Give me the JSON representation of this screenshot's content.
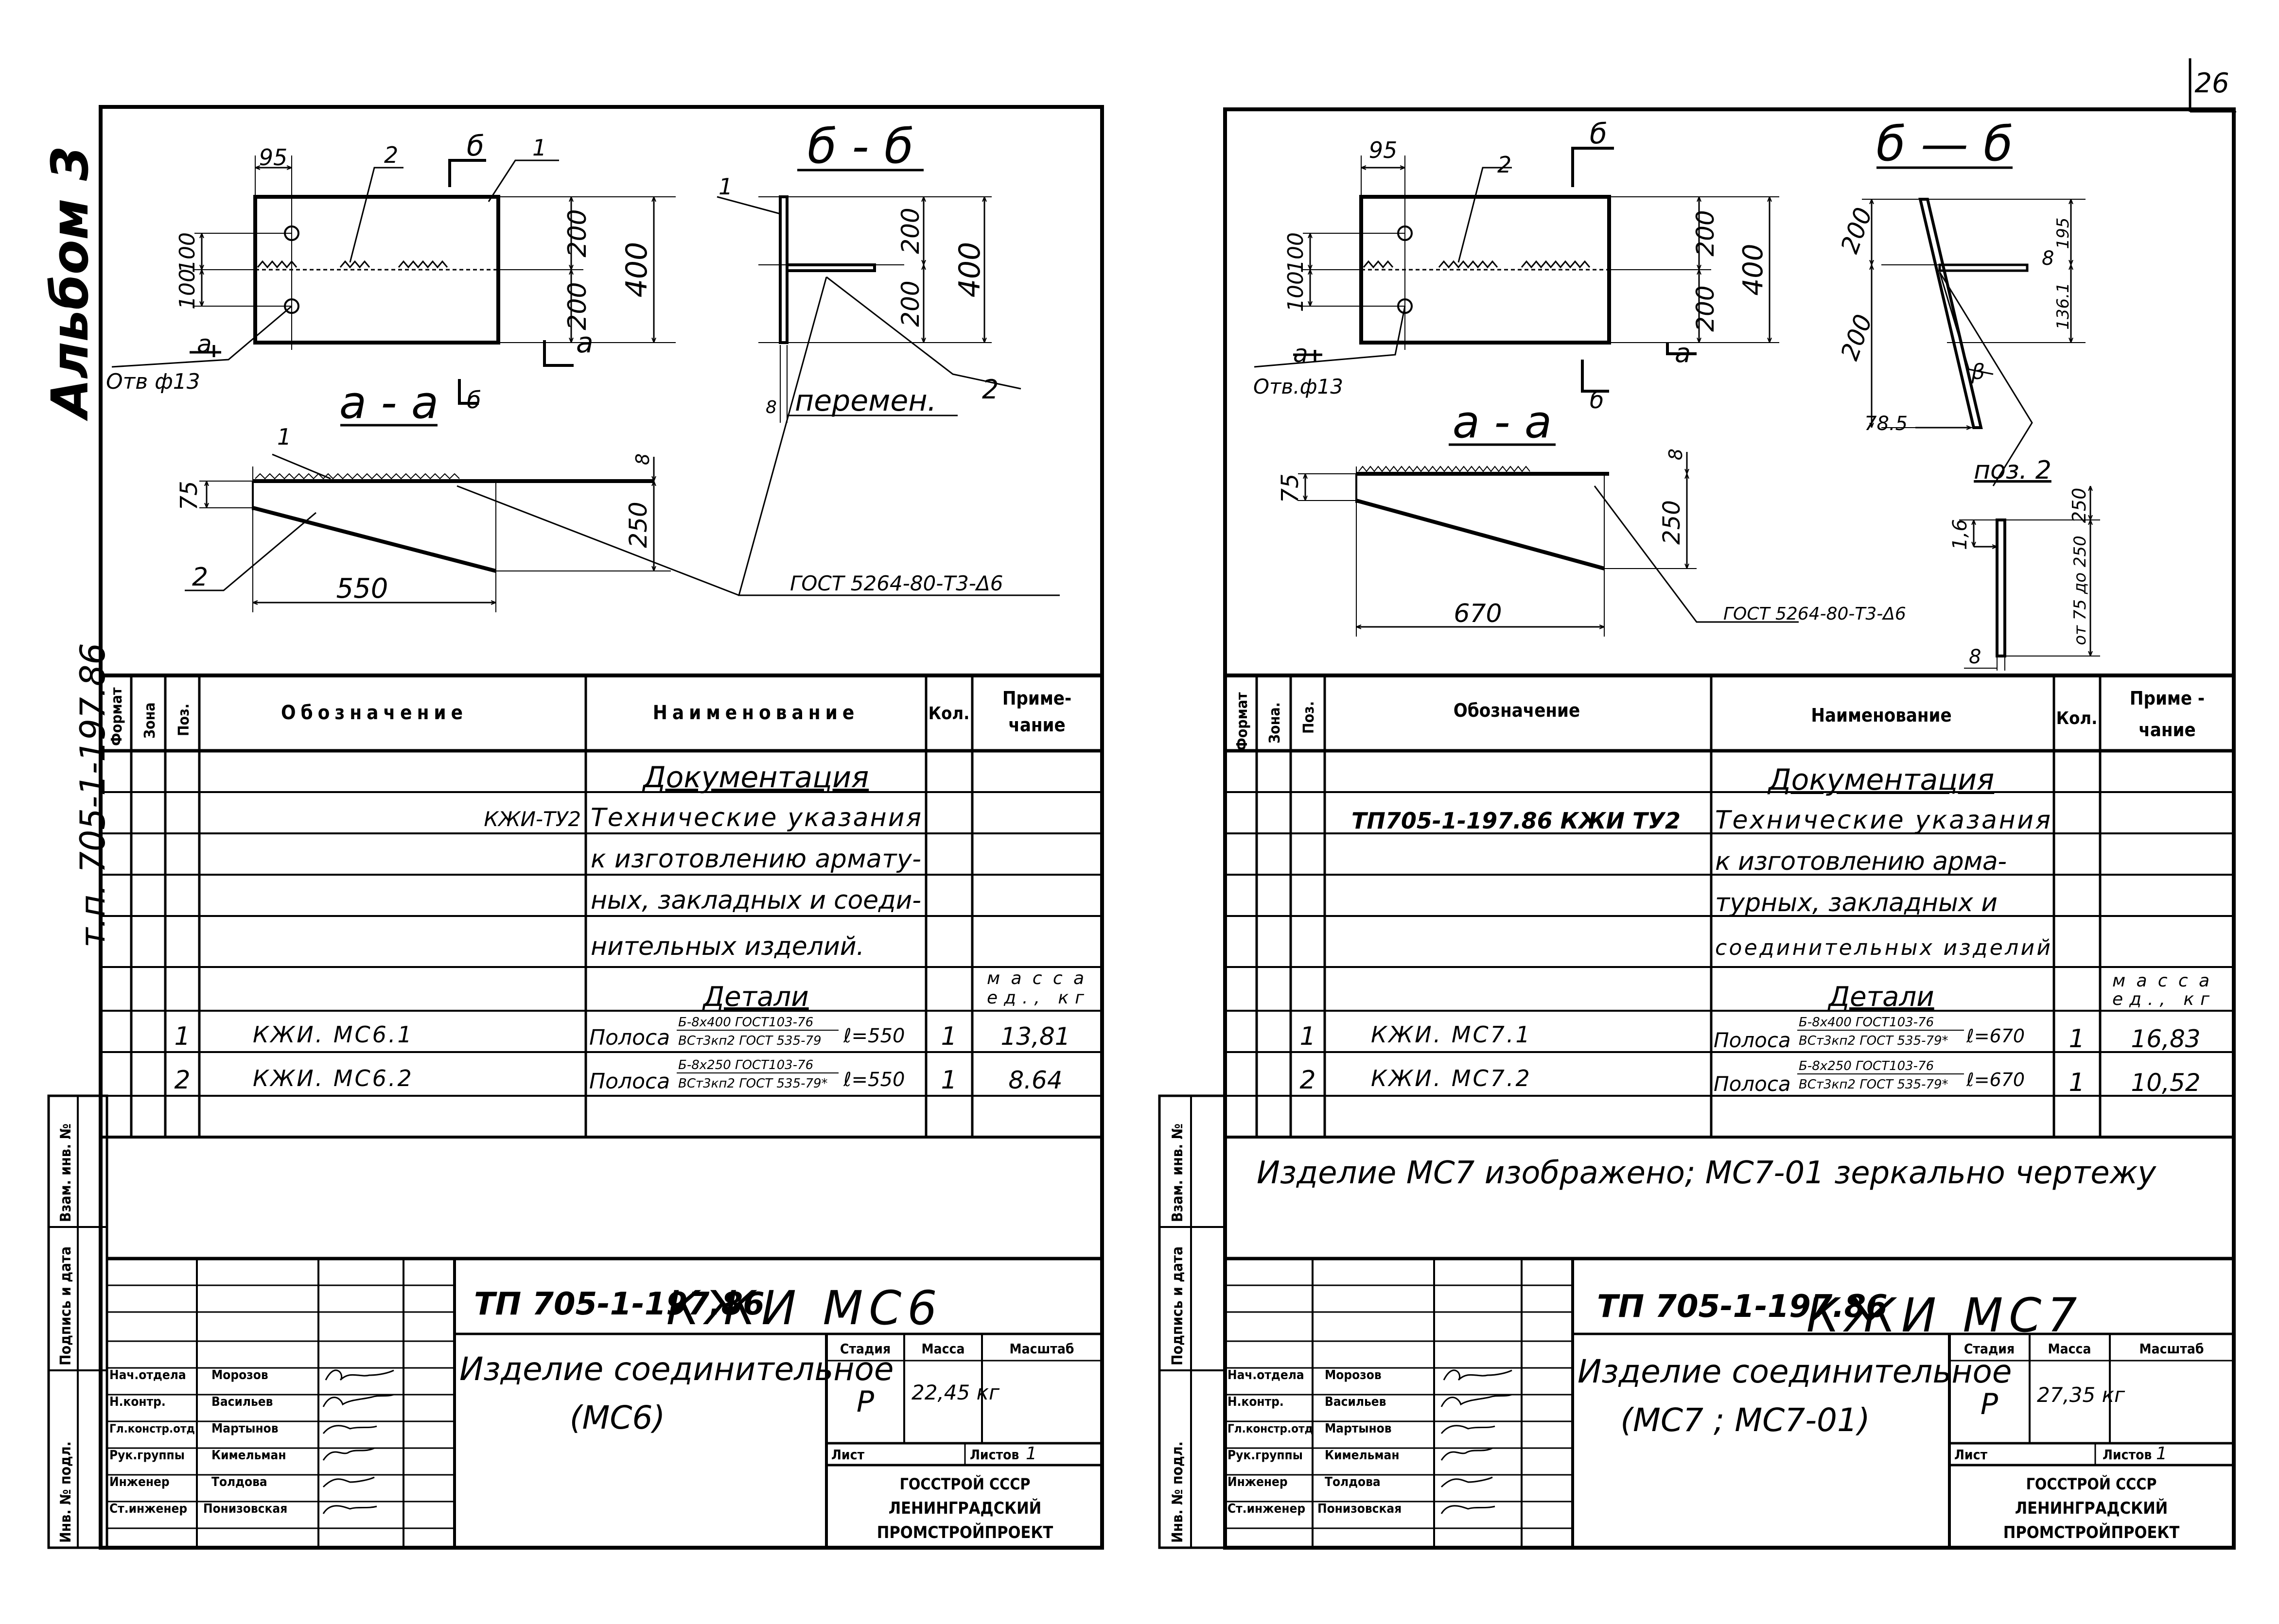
{
  "page": {
    "sheet_number": "26",
    "album": "Альбом 3",
    "side_code": "т.п. 705-1-197.86",
    "side_cells": [
      "Взам. инв. №",
      "Подпись и дата",
      "Инв. № подл."
    ]
  },
  "spec_headers": {
    "format": "Формат",
    "zone": "Зона",
    "zone_right": "Зона.",
    "pos": "Поз.",
    "designation": "Обозначение",
    "name": "Наименование",
    "qty": "Кол.",
    "note_left": "Приме-чание",
    "note_right": "Приме - чание"
  },
  "staff": {
    "roles": [
      "Нач.отдела",
      "Н.контр.",
      "Гл.констр.отд",
      "Рук.группы",
      "Инженер",
      "Ст.инженер"
    ],
    "names": [
      "Морозов",
      "Васильев",
      "Мартынов",
      "Кимельман",
      "Толдова",
      "Понизовская"
    ]
  },
  "title_labels": {
    "stage": "Стадия",
    "mass": "Масса",
    "scale": "Масштаб",
    "sheet": "Лист",
    "sheets": "Листов",
    "sheets_value": "1",
    "org_line1": "ГОССТРОЙ СССР",
    "org_line2": "ЛЕНИНГРАДСКИЙ",
    "org_line3": "ПРОМСТРОЙПРОЕКТ"
  },
  "left_sheet": {
    "dims_plan": {
      "d95": "95",
      "p2": "2",
      "p1": "1",
      "d200a": "200",
      "d200b": "200",
      "d400": "400",
      "d100a": "100",
      "d100b": "100",
      "hole": "Отв ф13",
      "a_mark": "а",
      "b_mark": "б"
    },
    "section_aa": {
      "title": "а - а",
      "d75": "75",
      "d8": "8",
      "d250": "250",
      "d550": "550",
      "p1": "1",
      "p2": "2"
    },
    "section_bb": {
      "title": "б - б",
      "d200a": "200",
      "d200b": "200",
      "d400": "400",
      "d8": "8",
      "variable": "перемен.",
      "p1": "1",
      "p2": "2"
    },
    "gost": "ГОСТ 5264-80-Т3-Δ6",
    "spec_rows": {
      "doc_heading": "Документация",
      "doc_code": "КЖИ-ТУ2",
      "doc_lines": [
        "Технические указания",
        "к изготовлению армату-",
        "ных, закладных и соеди-",
        "нительных изделий."
      ],
      "details_heading": "Детали",
      "mass_heading": "масса ед., кг",
      "items": [
        {
          "pos": "1",
          "designation": "КЖИ. МС6.1",
          "name": "Полоса",
          "frac_top": "Б-8х400 ГОСТ103-76",
          "frac_bottom": "ВСт3кп2 ГОСТ 535-79",
          "length": "ℓ=550",
          "qty": "1",
          "note": "13,81"
        },
        {
          "pos": "2",
          "designation": "КЖИ. МС6.2",
          "name": "Полоса",
          "frac_top": "Б-8х250 ГОСТ103-76",
          "frac_bottom": "ВСт3кп2 ГОСТ 535-79*",
          "length": "ℓ=550",
          "qty": "1",
          "note": "8.64"
        }
      ]
    },
    "title_block": {
      "project": "ТП 705-1-197.86",
      "code": "КЖИ МС6",
      "name_line1": "Изделие соединительное",
      "name_line2": "(МС6)",
      "stage": "Р",
      "mass": "22,45 кг"
    }
  },
  "right_sheet": {
    "dims_plan": {
      "d95": "95",
      "p2": "2",
      "d200a": "200",
      "d200b": "200",
      "d400": "400",
      "d100a": "100",
      "d100b": "100",
      "hole": "Отв.ф13",
      "a_mark": "а",
      "b_mark": "б"
    },
    "section_aa": {
      "title": "а - а",
      "d75": "75",
      "d8": "8",
      "d250": "250",
      "d670": "670"
    },
    "section_bb": {
      "title": "б — б",
      "d200a": "200",
      "d200b": "200",
      "d8": "8",
      "d195": "195",
      "d1361": "136.1",
      "d785": "78.5",
      "beta": "β"
    },
    "pos2": {
      "title": "поз. 2",
      "d16": "1,6",
      "d250": "250",
      "range": "от 75 до 250",
      "d8": "8"
    },
    "gost": "ГОСТ 5264-80-Т3-Δ6",
    "note": "Изделие МС7 изображено; МС7-01 зеркально чертежу",
    "spec_rows": {
      "doc_heading": "Документация",
      "doc_code": "ТП705-1-197.86  КЖИ ТУ2",
      "doc_lines": [
        "Технические указания",
        "к изготовлению арма-",
        "турных, закладных и",
        "соединительных изделий"
      ],
      "details_heading": "Детали",
      "mass_heading": "масса ед., кг",
      "items": [
        {
          "pos": "1",
          "designation": "КЖИ. МС7.1",
          "name": "Полоса",
          "frac_top": "Б-8х400 ГОСТ103-76",
          "frac_bottom": "ВСт3кп2 ГОСТ 535-79*",
          "length": "ℓ=670",
          "qty": "1",
          "note": "16,83"
        },
        {
          "pos": "2",
          "designation": "КЖИ. МС7.2",
          "name": "Полоса",
          "frac_top": "Б-8х250 ГОСТ103-76",
          "frac_bottom": "ВСт3кп2 ГОСТ 535-79*",
          "length": "ℓ=670",
          "qty": "1",
          "note": "10,52"
        }
      ]
    },
    "title_block": {
      "project": "ТП 705-1-197.86",
      "code": "КЖИ МС7",
      "name_line1": "Изделие соединительное",
      "name_line2": "(МС7 ; МС7-01)",
      "stage": "Р",
      "mass": "27,35 кг"
    }
  }
}
